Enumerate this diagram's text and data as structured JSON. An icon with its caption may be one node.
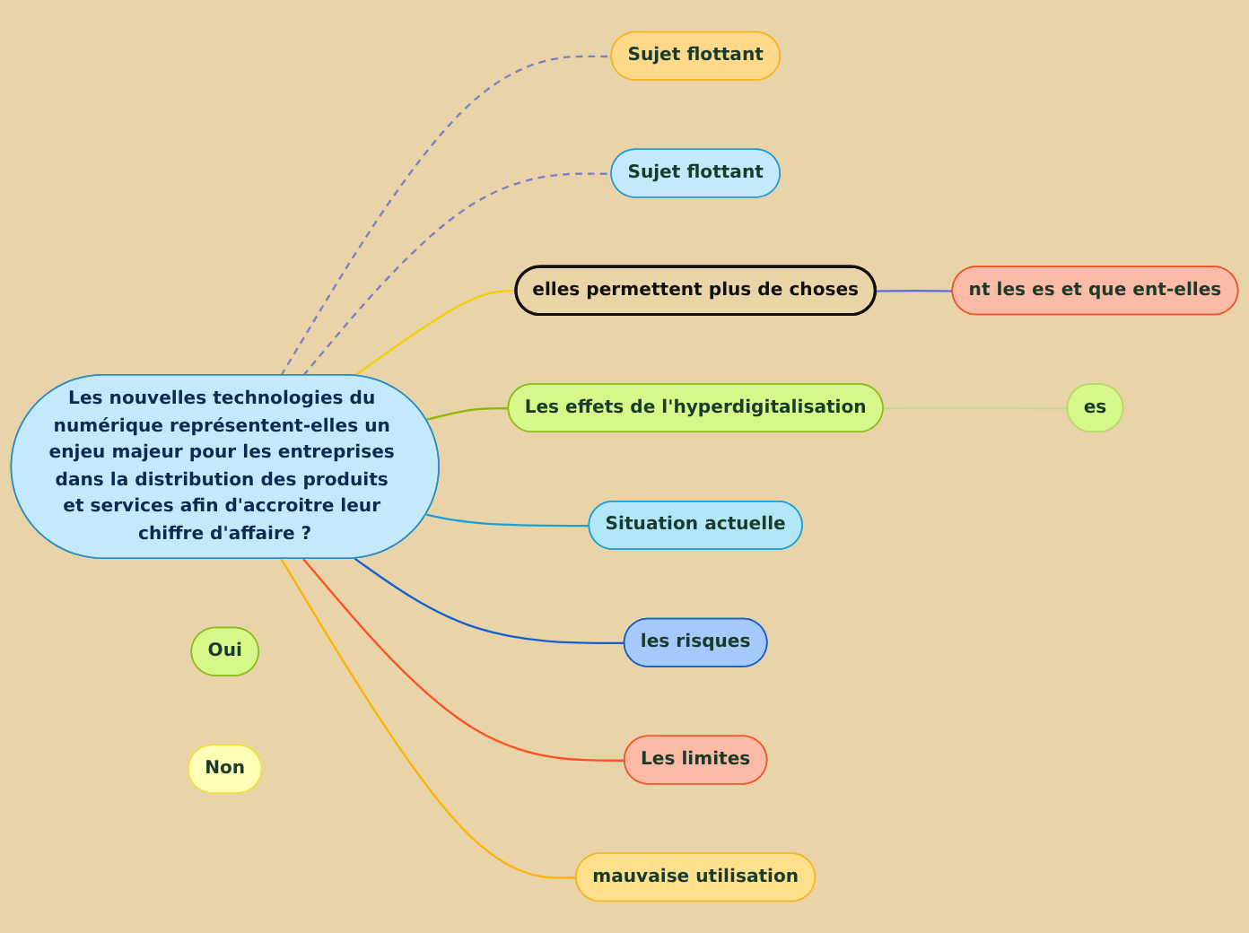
{
  "diagram": {
    "nodes": [
      {
        "text": [
          "Les nouvelles technologies du numérique représentent-elles un enjeu majeur pour les entreprises dans la distribution des produits et services afin d'accroitre leur chiffre d'affaire ?"
        ]
      },
      {
        "text": [
          "Sujet flottant"
        ]
      },
      {
        "text": [
          "Sujet flottant"
        ]
      },
      {
        "text": [
          "elles permettent plus de choses"
        ]
      },
      {
        "text": [
          "nt les es et que ent-elles"
        ]
      },
      {
        "text": [
          "Les effets de l'hyperdigitalisation"
        ]
      },
      {
        "text": [
          "es"
        ]
      },
      {
        "text": [
          "Situation actuelle"
        ]
      },
      {
        "text": [
          "les risques"
        ]
      },
      {
        "text": [
          "Les limites"
        ]
      },
      {
        "text": [
          "mauvaise utilisation"
        ]
      },
      {
        "text": [
          "Oui"
        ]
      },
      {
        "text": [
          "Non"
        ]
      }
    ],
    "edges": [
      {
        "from": 0,
        "to": 1,
        "arrow": "none",
        "style": "dashed",
        "color": "#7b7fc4"
      },
      {
        "from": 0,
        "to": 2,
        "arrow": "none",
        "style": "dashed",
        "color": "#7b7fc4"
      },
      {
        "from": 0,
        "to": 3,
        "arrow": "none",
        "color": "#f2d000"
      },
      {
        "from": 3,
        "to": 4,
        "arrow": "none",
        "color": "#5b6ee1"
      },
      {
        "from": 0,
        "to": 5,
        "arrow": "none",
        "color": "#8bb800"
      },
      {
        "from": 5,
        "to": 6,
        "arrow": "none",
        "color": "#c8d890"
      },
      {
        "from": 0,
        "to": 7,
        "arrow": "none",
        "color": "#1ba1d9"
      },
      {
        "from": 0,
        "to": 8,
        "arrow": "none",
        "color": "#1060d0"
      },
      {
        "from": 0,
        "to": 9,
        "arrow": "none",
        "color": "#ff5020"
      },
      {
        "from": 0,
        "to": 10,
        "arrow": "none",
        "color": "#ffb300"
      }
    ]
  }
}
